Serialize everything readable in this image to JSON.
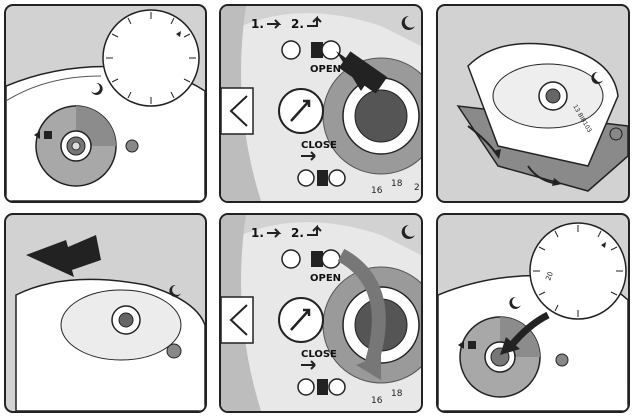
{
  "dial": {
    "scale_16": "16",
    "scale_18": "18",
    "scale_20": "20",
    "scale_22": "2"
  },
  "steps": {
    "step1": "1.",
    "step2": "2."
  },
  "lock": {
    "open_label": "OPEN",
    "close_label": "CLOSE"
  },
  "body_text": {
    "serial": "13 BIB103"
  },
  "colors": {
    "panel_bg": "#d2d2d2",
    "dark": "#222222",
    "light": "#ffffff",
    "grey": "#8c8c8c"
  }
}
